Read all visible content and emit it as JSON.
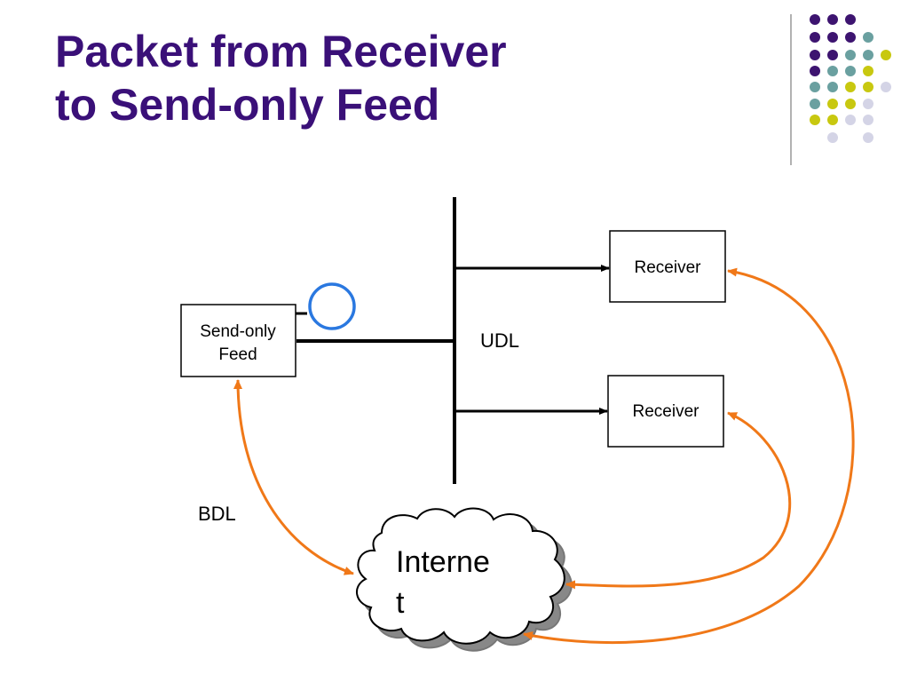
{
  "title": {
    "line1": "Packet from Receiver",
    "line2": "to Send-only Feed"
  },
  "nodes": {
    "send_only_feed": {
      "line1": "Send-only",
      "line2": "Feed"
    },
    "receiver_top": {
      "label": "Receiver"
    },
    "receiver_bottom": {
      "label": "Receiver"
    },
    "internet": {
      "line1": "Interne",
      "line2": "t"
    }
  },
  "links": {
    "udl": "UDL",
    "bdl": "BDL"
  },
  "colors": {
    "title": "#3a1078",
    "bdl_arrows": "#f07818",
    "packet_marker": "#2a78e0",
    "dots_purple": "#3d1470",
    "dots_teal": "#6aa0a0",
    "dots_yellow": "#c8c810",
    "dots_lavender": "#d4d4e6"
  },
  "icons": {
    "packet_marker": "circle-outline",
    "decoration": "dot-grid"
  }
}
